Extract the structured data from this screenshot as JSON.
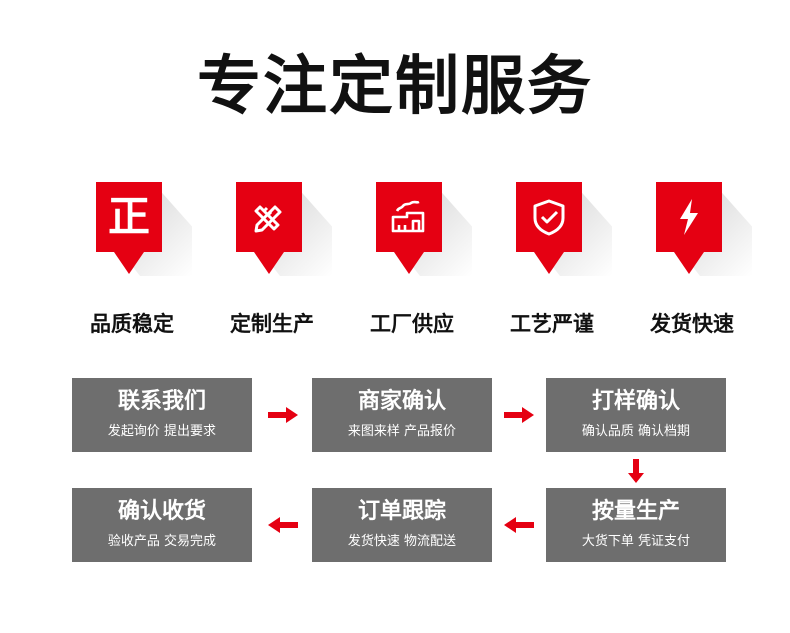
{
  "title": "专注定制服务",
  "colors": {
    "accent": "#e50012",
    "step_bg": "#6e6e6e",
    "text": "#111111"
  },
  "features": [
    {
      "icon": "zheng-character-icon",
      "glyph": "正",
      "label": "品质稳定"
    },
    {
      "icon": "pencil-ruler-icon",
      "label": "定制生产"
    },
    {
      "icon": "factory-icon",
      "label": "工厂供应"
    },
    {
      "icon": "shield-check-icon",
      "label": "工艺严谨"
    },
    {
      "icon": "lightning-icon",
      "label": "发货快速"
    }
  ],
  "steps": [
    {
      "title": "联系我们",
      "sub": "发起询价 提出要求"
    },
    {
      "title": "商家确认",
      "sub": "来图来样  产品报价"
    },
    {
      "title": "打样确认",
      "sub": "确认品质 确认档期"
    },
    {
      "title": "按量生产",
      "sub": "大货下单 凭证支付"
    },
    {
      "title": "订单跟踪",
      "sub": "发货快速 物流配送"
    },
    {
      "title": "确认收货",
      "sub": "验收产品 交易完成"
    }
  ]
}
